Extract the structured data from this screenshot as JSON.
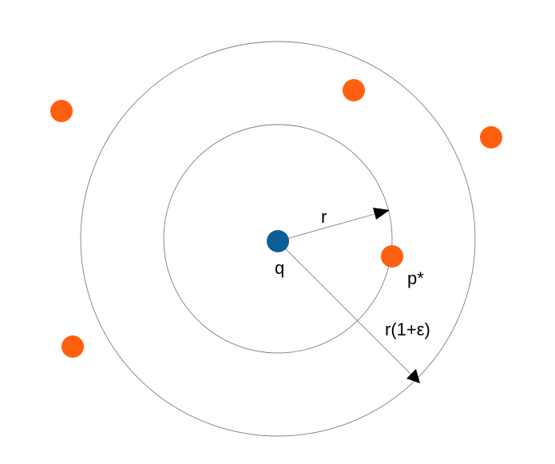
{
  "labels": {
    "query_point": "q",
    "inner_radius": "r",
    "nearest_point": "p*",
    "outer_radius": "r(1+ε)"
  },
  "colors": {
    "query_point": "#0a5f96",
    "data_point": "#ff6010",
    "circle_stroke": "#7f7f7f",
    "arrow_head": "#000000",
    "background": "#ffffff"
  }
}
